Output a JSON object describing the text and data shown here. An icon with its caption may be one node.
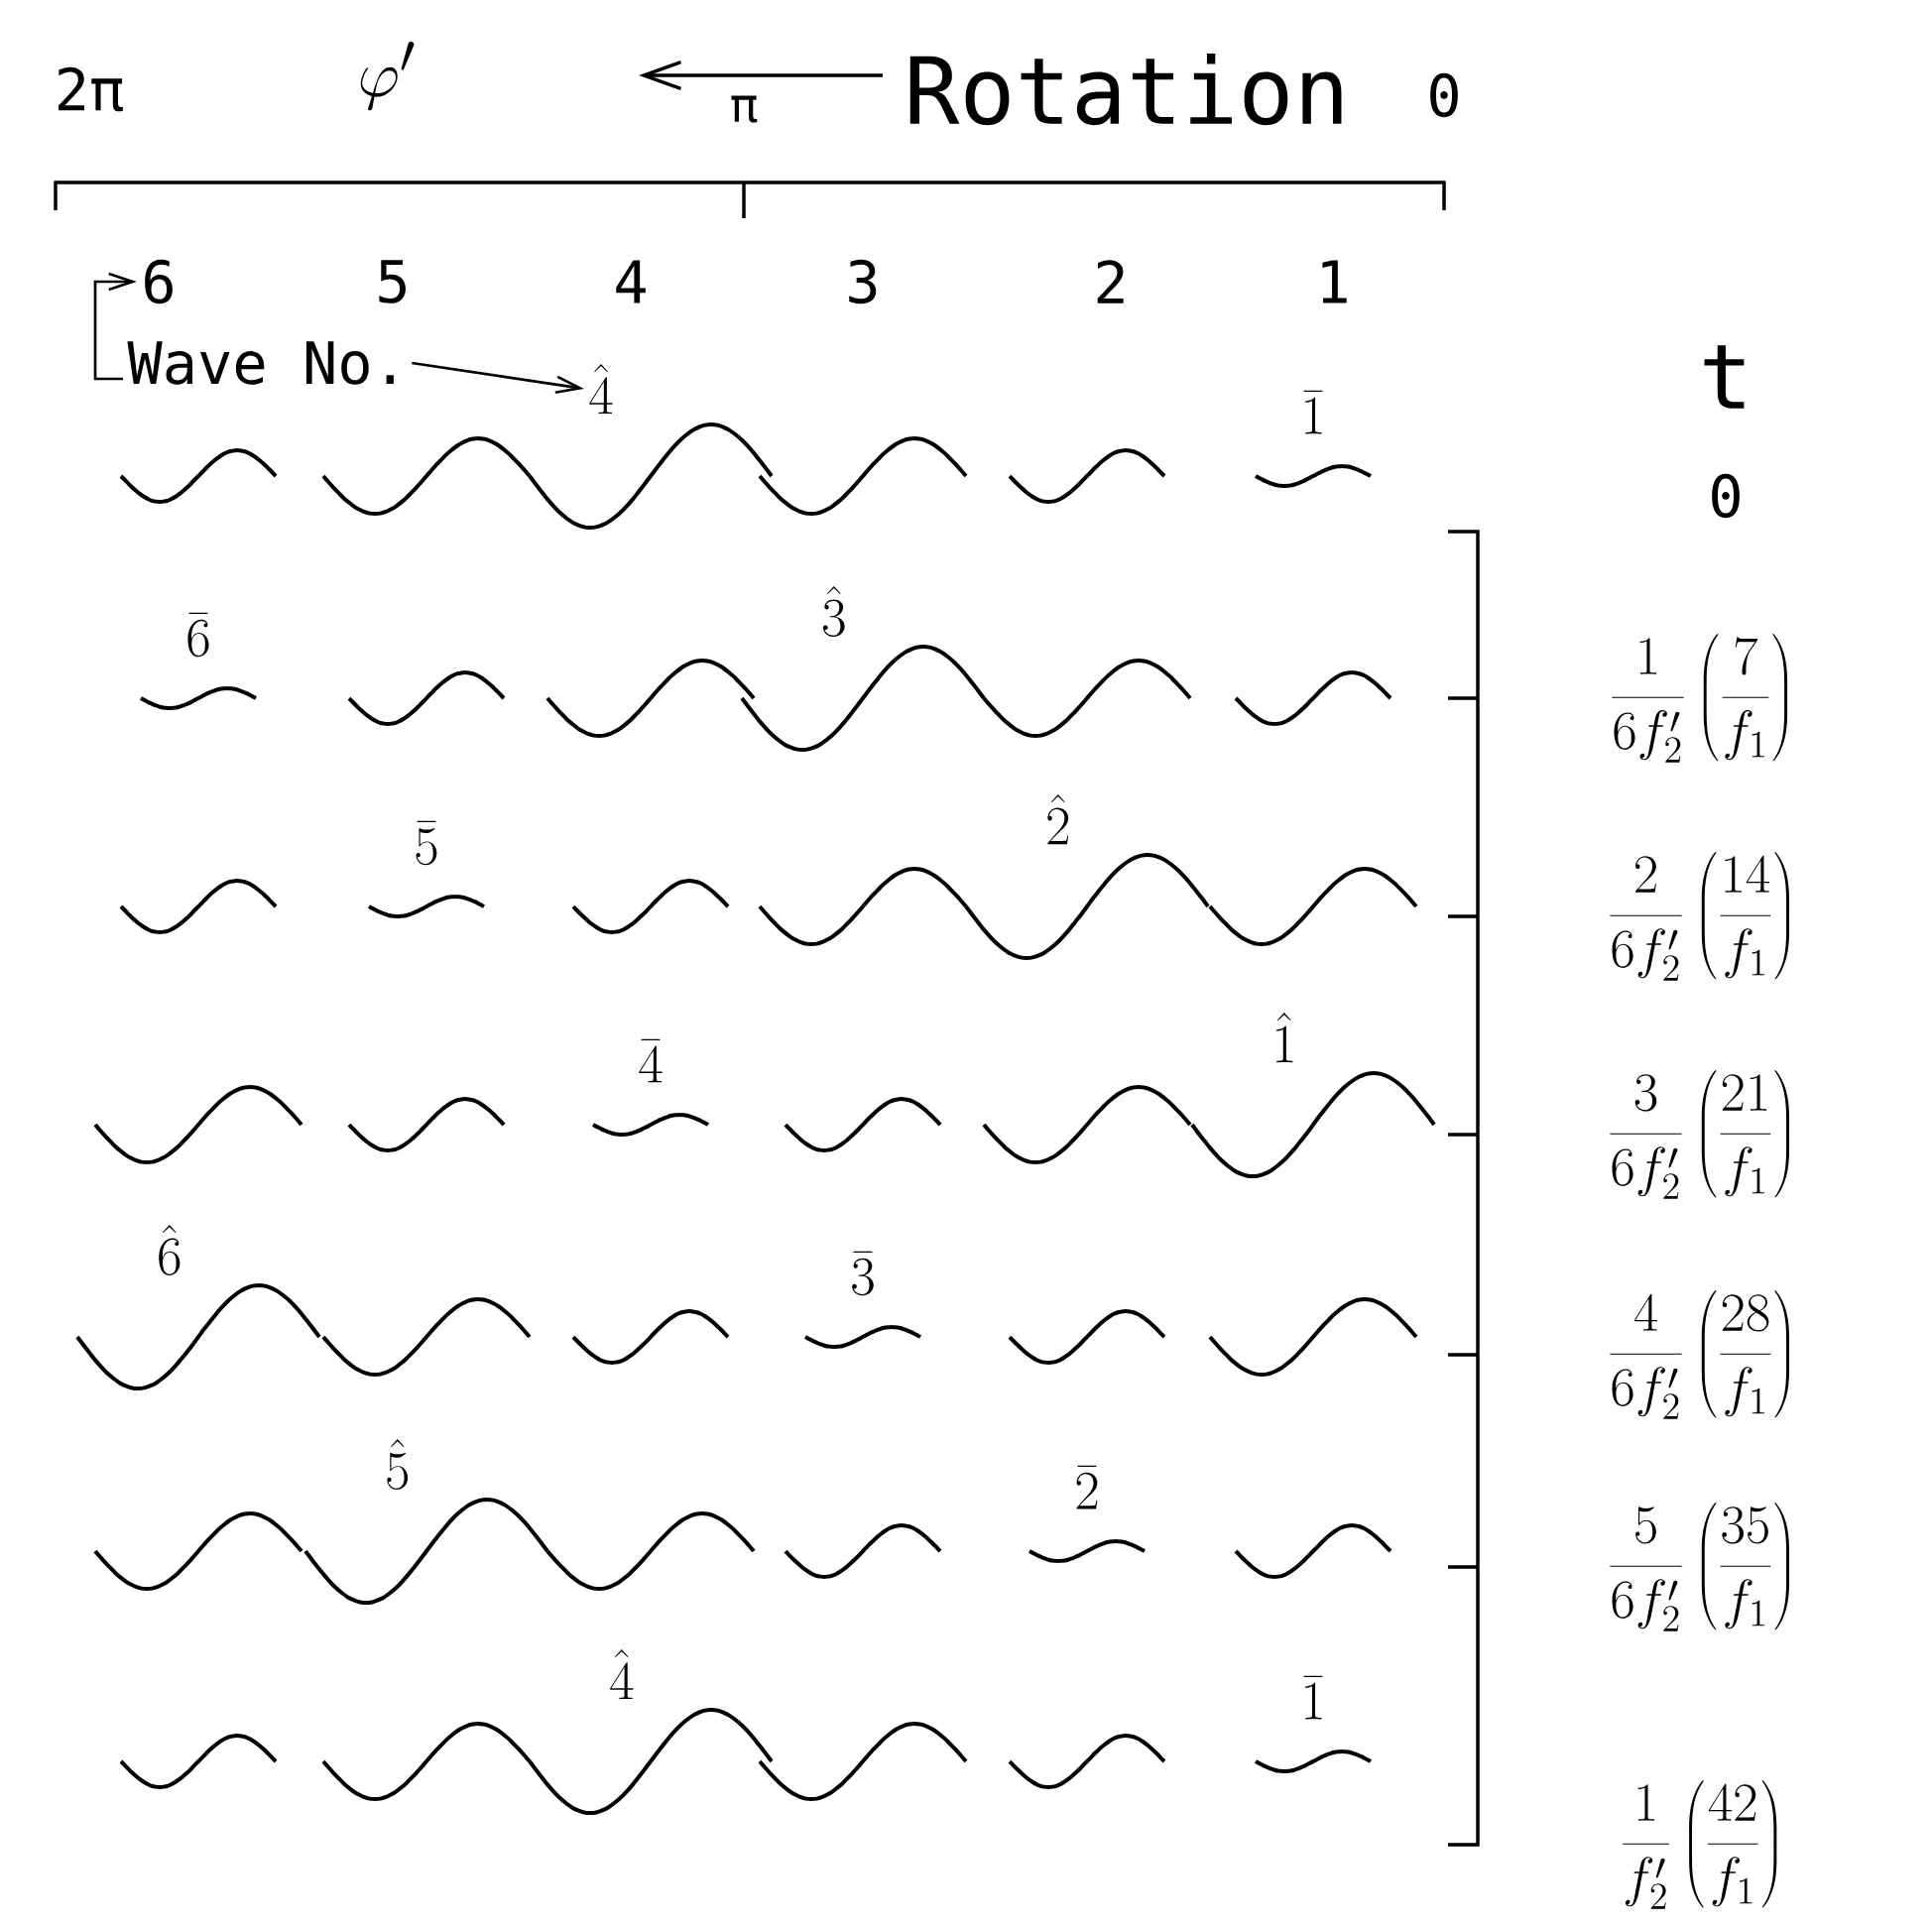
{
  "diagram": {
    "nodes": [
      {
        "text": [
          "Wave No."
        ]
      },
      {
        "text": [
          "6"
        ]
      },
      {
        "text": [
          "\\hat{4}"
        ]
      }
    ],
    "edges": [
      {
        "from": 0,
        "to": 1,
        "arrow": "to"
      },
      {
        "from": 0,
        "to": 2,
        "arrow": "to"
      }
    ],
    "labels": [
      "2π",
      "\\varphi'",
      "Rotation",
      "π",
      "0",
      "5",
      "4",
      "3",
      "2",
      "1",
      "t",
      "0",
      "\\bar{1}",
      "\\bar{6}",
      "\\hat{3}",
      "\\frac{1}{6f'_2}\\left(\\frac{7}{f_1}\\right)",
      "\\bar{5}",
      "\\hat{2}",
      "\\frac{2}{6f'_2}\\left(\\frac{14}{f_1}\\right)",
      "\\bar{4}",
      "\\hat{1}",
      "\\frac{3}{6f'_2}\\left(\\frac{21}{f_1}\\right)",
      "\\hat{6}",
      "\\bar{3}",
      "\\frac{4}{6f'_2}\\left(\\frac{28}{f_1}\\right)",
      "\\hat{5}",
      "\\bar{2}",
      "\\frac{5}{6f'_2}\\left(\\frac{35}{f_1}\\right)",
      "\\hat{4}",
      "\\bar{1}",
      "\\frac{1}{f'_2}\\left(\\frac{42}{f_1}\\right)"
    ]
  }
}
